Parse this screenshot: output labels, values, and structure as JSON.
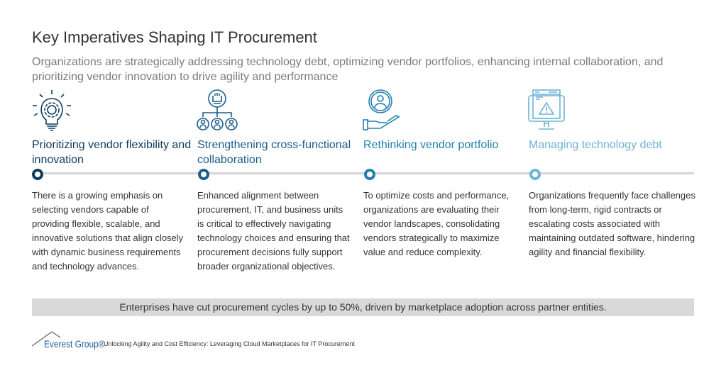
{
  "title": "Key Imperatives Shaping IT Procurement",
  "subtitle": "Organizations are strategically addressing technology debt, optimizing vendor portfolios, enhancing internal collaboration, and prioritizing vendor innovation to drive agility and performance",
  "colors": [
    "#0d3b5e",
    "#1b5d8c",
    "#1f7fb2",
    "#6db3d6"
  ],
  "columns": [
    {
      "icon": "lightbulb-gear-icon",
      "heading": "Prioritizing vendor flexibility and innovation",
      "body": "There is a growing emphasis on selecting vendors capable of providing flexible, scalable, and innovative solutions that align closely with dynamic business requirements and technology advances."
    },
    {
      "icon": "fist-team-hierarchy-icon",
      "heading": "Strengthening cross-functional collaboration",
      "body": "Enhanced alignment between procurement, IT, and business units is critical to effectively navigating technology choices and ensuring that procurement decisions fully support broader organizational objectives."
    },
    {
      "icon": "hand-person-icon",
      "heading": "Rethinking vendor portfolio",
      "body": "To optimize costs and performance, organizations are evaluating their vendor landscapes, consolidating vendors strategically to maximize value and reduce complexity."
    },
    {
      "icon": "monitor-warning-icon",
      "heading": "Managing technology debt",
      "body": "Organizations frequently face challenges from long-term, rigid contracts or escalating costs associated with maintaining outdated software, hindering agility and financial flexibility."
    }
  ],
  "banner": "Enterprises have cut procurement cycles by up to 50%, driven by marketplace adoption across partner entities.",
  "logo": "Everest Group®",
  "footer": "Unlocking Agility and Cost Efficiency: Leveraging Cloud Marketplaces for IT Procurement"
}
